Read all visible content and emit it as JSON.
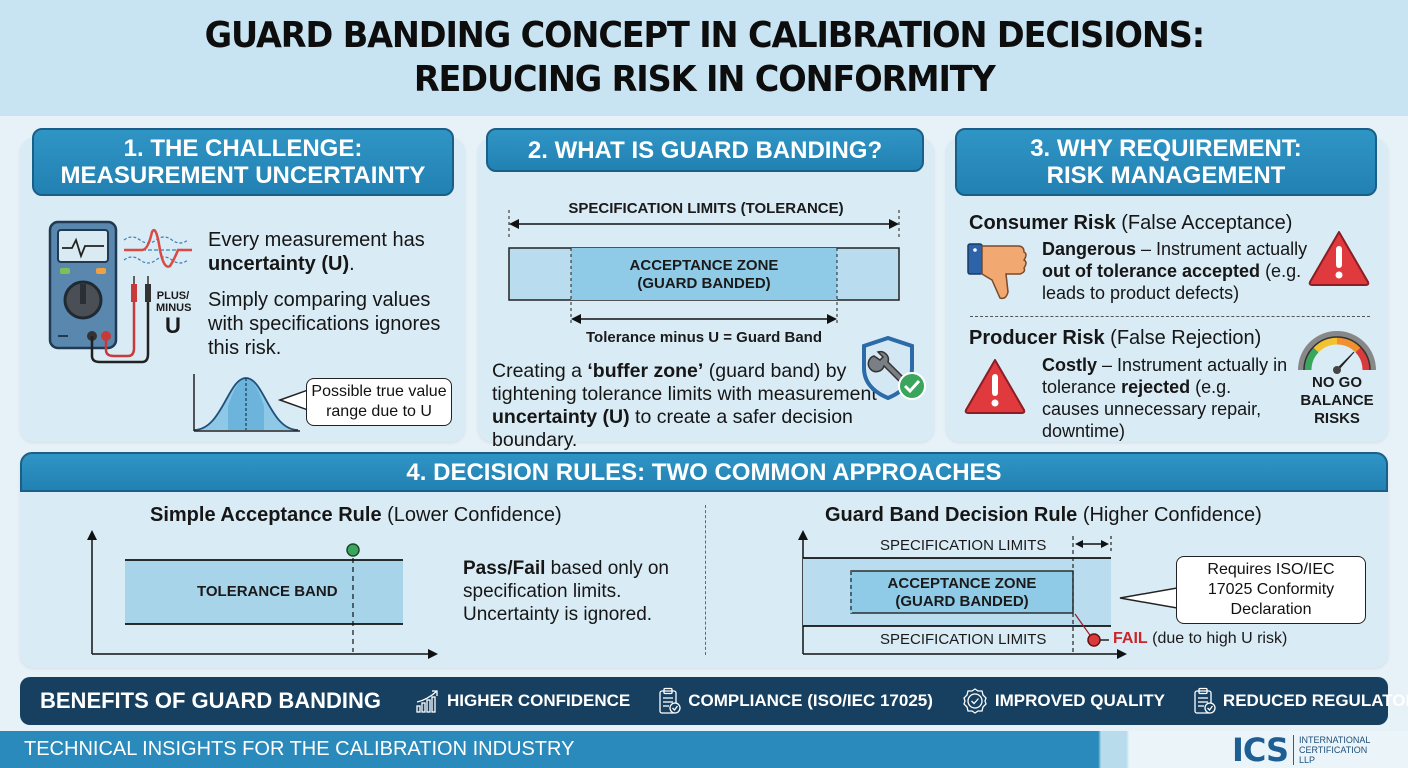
{
  "title": {
    "line1": "GUARD BANDING CONCEPT IN CALIBRATION DECISIONS:",
    "line2": "REDUCING RISK IN CONFORMITY"
  },
  "panel1": {
    "heading_line1": "1. THE CHALLENGE:",
    "heading_line2": "MEASUREMENT UNCERTAINTY",
    "para1_prefix": "Every measurement has",
    "para1_bold": "uncertainty (U)",
    "para1_suffix": ".",
    "para2": "Simply comparing values with specifications ignores this risk.",
    "plus_minus_label_line1": "PLUS/",
    "plus_minus_label_line2": "MINUS",
    "plus_minus_symbol": "U",
    "callout_line1": "Possible true value",
    "callout_line2": "range due to U"
  },
  "panel2": {
    "heading": "2. WHAT IS GUARD BANDING?",
    "spec_limits_label": "SPECIFICATION LIMITS (TOLERANCE)",
    "acceptance_zone_line1": "ACCEPTANCE ZONE",
    "acceptance_zone_line2": "(GUARD BANDED)",
    "guard_band_formula": "Tolerance minus U = Guard Band",
    "desc_prefix": "Creating a ",
    "desc_bold1": "‘buffer zone’",
    "desc_mid": " (guard band) by tightening tolerance limits with measurement ",
    "desc_bold2": "uncertainty (U)",
    "desc_suffix": " to create a safer decision boundary."
  },
  "panel3": {
    "heading_line1": "3. WHY REQUIREMENT:",
    "heading_line2": "RISK MANAGEMENT",
    "consumer": {
      "title_bold": "Consumer Risk",
      "title_rest": " (False Acceptance)",
      "desc_bold1": "Dangerous",
      "desc_mid1": " – Instrument actually ",
      "desc_bold2": "out of tolerance accepted",
      "desc_rest": " (e.g. leads to product defects)"
    },
    "producer": {
      "title_bold": "Producer Risk",
      "title_rest": " (False Rejection)",
      "desc_bold1": "Costly",
      "desc_mid1": " – Instrument actually in tolerance ",
      "desc_bold2": "rejected",
      "desc_rest": " (e.g. causes unnecessary repair, downtime)"
    },
    "gauge_label_line1": "NO GO",
    "gauge_label_line2": "BALANCE",
    "gauge_label_line3": "RISKS"
  },
  "panel4": {
    "heading": "4. DECISION RULES: TWO COMMON APPROACHES",
    "simple": {
      "title_bold": "Simple Acceptance Rule",
      "title_rest": " (Lower Confidence)",
      "band_label": "TOLERANCE BAND",
      "desc_bold": "Pass/Fail",
      "desc_rest": " based only on specification limits. Uncertainty is ignored."
    },
    "guard": {
      "title_bold": "Guard Band Decision Rule",
      "title_rest": " (Higher Confidence)",
      "spec_top": "SPECIFICATION LIMITS",
      "spec_bottom": "SPECIFICATION LIMITS",
      "zone_line1": "ACCEPTANCE ZONE",
      "zone_line2": "(GUARD BANDED)",
      "fail_label": "FAIL",
      "fail_reason": " (due to high U risk)",
      "callout_line1": "Requires ISO/IEC",
      "callout_line2": "17025 Conformity",
      "callout_line3": "Declaration"
    }
  },
  "benefits": {
    "title": "BENEFITS OF GUARD BANDING",
    "items": [
      {
        "icon": "chart-growth-icon",
        "label": "HIGHER CONFIDENCE"
      },
      {
        "icon": "clipboard-check-icon",
        "label": "COMPLIANCE (ISO/IEC 17025)"
      },
      {
        "icon": "badge-check-icon",
        "label": "IMPROVED QUALITY"
      },
      {
        "icon": "clipboard-check-icon",
        "label": "REDUCED REGULATORY RISK"
      }
    ]
  },
  "footer": {
    "tagline": "TECHNICAL INSIGHTS FOR THE CALIBRATION INDUSTRY",
    "logo_mark": "ICS",
    "logo_line1": "INTERNATIONAL",
    "logo_line2": "CERTIFICATION",
    "logo_line3": "LLP"
  },
  "colors": {
    "primary_blue": "#2a8abb",
    "navy": "#163f60",
    "zone_blue": "#a8d4ea",
    "pass_green": "#3aa55c",
    "fail_red": "#d93a3a",
    "warning_red": "#e0393e"
  }
}
